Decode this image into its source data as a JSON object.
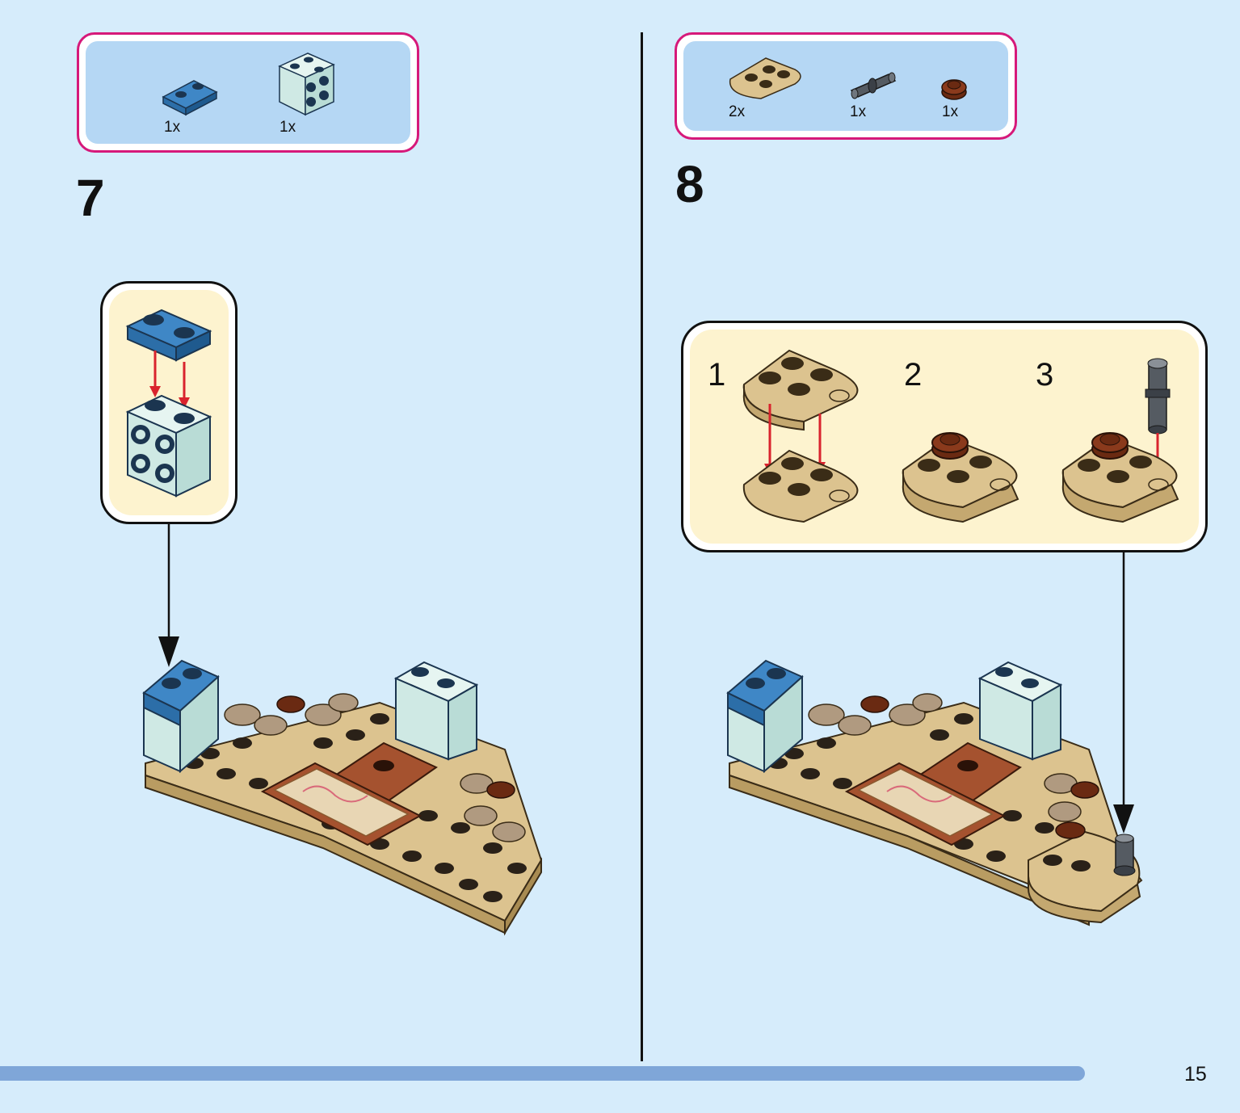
{
  "page": {
    "number": "15",
    "progress": 0.935
  },
  "steps": [
    {
      "number": "7",
      "parts": [
        {
          "qty": "1x",
          "part": "plate-1x2-blue"
        },
        {
          "qty": "1x",
          "part": "brick-2x2-studs-sides-light-aqua"
        }
      ]
    },
    {
      "number": "8",
      "parts": [
        {
          "qty": "2x",
          "part": "plate-round-end-tan"
        },
        {
          "qty": "1x",
          "part": "pin-dark-grey"
        },
        {
          "qty": "1x",
          "part": "plate-round-1x1-brown"
        }
      ],
      "substeps": [
        "1",
        "2",
        "3"
      ]
    }
  ],
  "colors": {
    "background": "#d6ecfb",
    "parts_border": "#d6197a",
    "parts_fill": "#b5d7f4",
    "callout_fill": "#fdf3cf",
    "progress": "#7fa6d8",
    "tan": "#dcc38f",
    "blue": "#3f87c6",
    "light_aqua": "#cfe9e4",
    "reddish_brown": "#a5522f",
    "arrow_red": "#d9232d"
  }
}
